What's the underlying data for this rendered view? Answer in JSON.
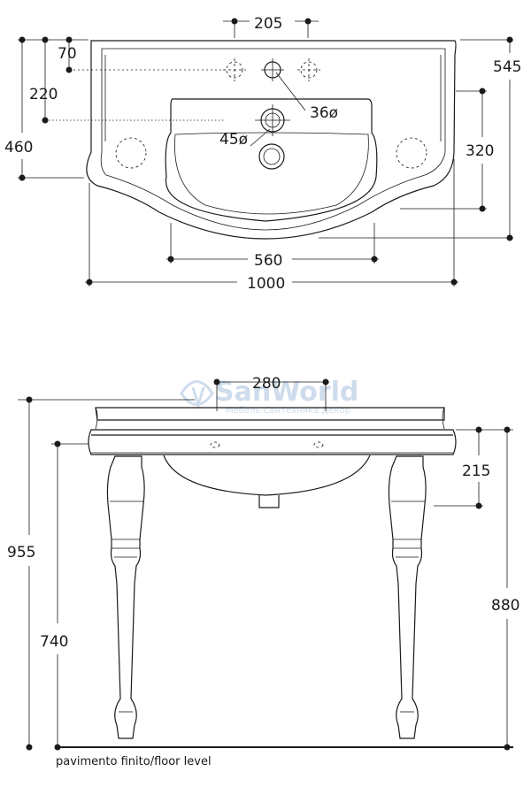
{
  "top_view": {
    "dim_205": "205",
    "dim_70": "70",
    "dim_220": "220",
    "dim_460": "460",
    "dim_545": "545",
    "dim_320": "320",
    "dim_36": "36ø",
    "dim_45": "45ø",
    "dim_560": "560",
    "dim_1000": "1000"
  },
  "front_view": {
    "dim_280": "280",
    "dim_215": "215",
    "dim_955": "955",
    "dim_740": "740",
    "dim_880": "880",
    "floor_label": "pavimento finito/floor level"
  },
  "watermark": {
    "brand": "SanWorld",
    "tagline": "Мебель Сантехника Декор"
  }
}
